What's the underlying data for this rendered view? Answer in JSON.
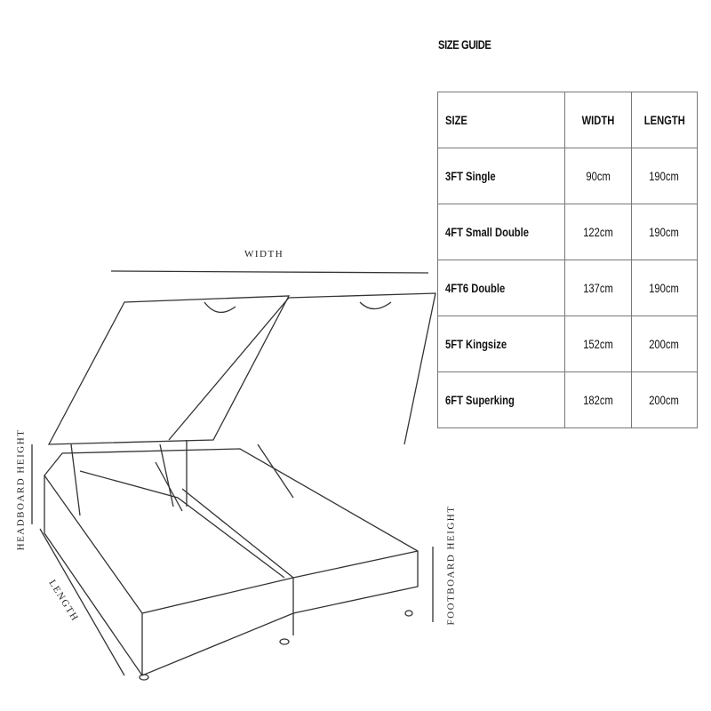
{
  "guide_title": "SIZE GUIDE",
  "table": {
    "headers": [
      "SIZE",
      "WIDTH",
      "LENGTH"
    ],
    "rows": [
      [
        "3FT Single",
        "90cm",
        "190cm"
      ],
      [
        "4FT Small Double",
        "122cm",
        "190cm"
      ],
      [
        "4FT6 Double",
        "137cm",
        "190cm"
      ],
      [
        "5FT Kingsize",
        "152cm",
        "200cm"
      ],
      [
        "6FT Superking",
        "182cm",
        "200cm"
      ]
    ]
  },
  "diagram": {
    "width_label": "WIDTH",
    "length_label": "LENGTH",
    "headboard_label": "HEADBOARD HEIGHT",
    "footboard_label": "FOOTBOARD HEIGHT"
  }
}
